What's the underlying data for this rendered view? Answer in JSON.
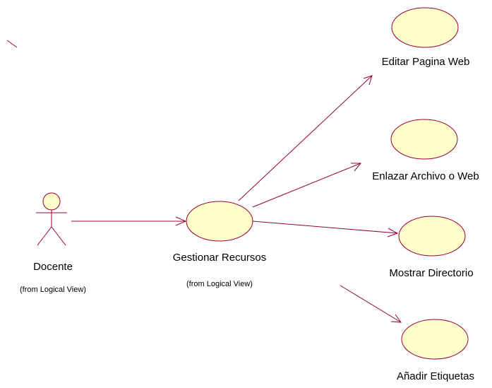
{
  "colors": {
    "line": "#990033",
    "usecase_fill": "#ffffcc",
    "background": "#ffffff"
  },
  "actor": {
    "name": "Docente",
    "note": "(from Logical View)"
  },
  "main_usecase": {
    "name": "Gestionar Recursos",
    "note": "(from Logical View)"
  },
  "usecases": [
    {
      "name": "Editar Pagina Web"
    },
    {
      "name": "Enlazar Archivo o Web"
    },
    {
      "name": "Mostrar Directorio"
    },
    {
      "name": "Añadir Etiquetas"
    }
  ]
}
